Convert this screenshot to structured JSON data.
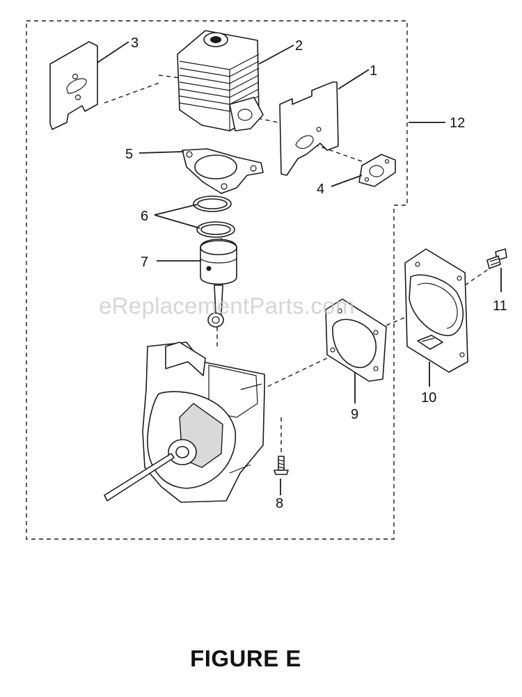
{
  "figure": {
    "title": "FIGURE E"
  },
  "watermark": {
    "text": "eReplacementParts.com"
  },
  "parts": {
    "p1": "1",
    "p2": "2",
    "p3": "3",
    "p4": "4",
    "p5": "5",
    "p6": "6",
    "p7": "7",
    "p8": "8",
    "p9": "9",
    "p10": "10",
    "p11": "11",
    "p12": "12"
  }
}
